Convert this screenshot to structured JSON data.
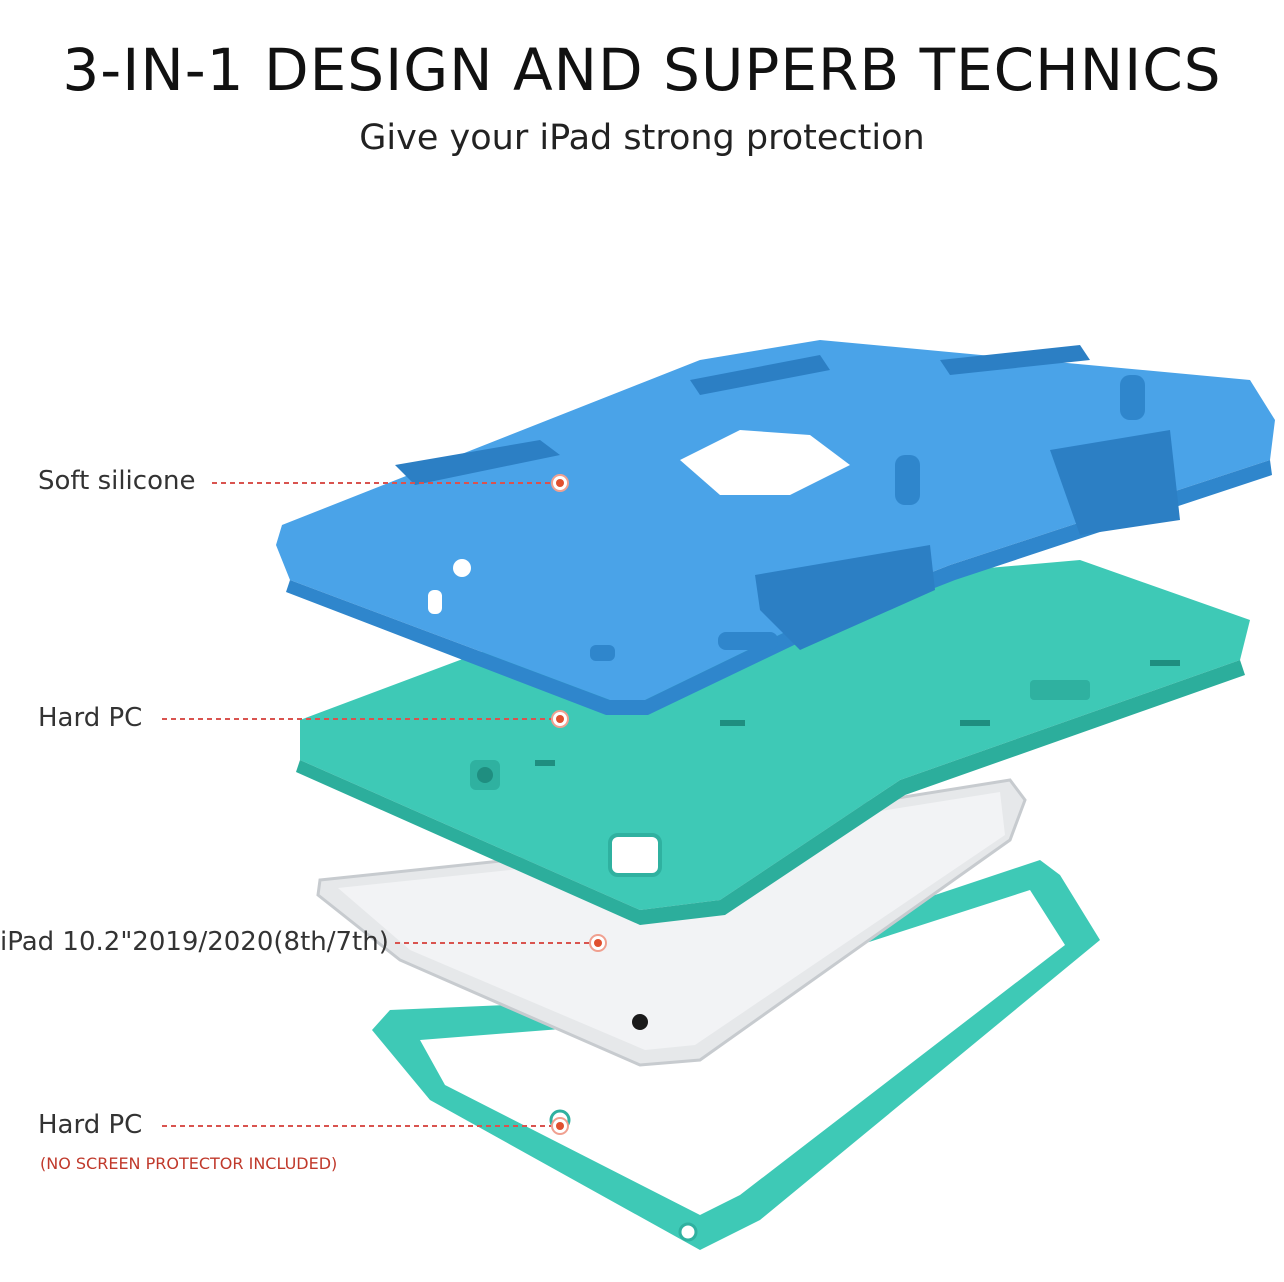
{
  "title": "3-IN-1 DESIGN AND SUPERB TECHNICS",
  "subtitle": "Give your iPad strong protection",
  "callouts": [
    {
      "label": "Soft silicone"
    },
    {
      "label": "Hard PC"
    },
    {
      "label": "iPad 10.2\"2019/2020(8th/7th)"
    },
    {
      "label": "Hard PC",
      "note": "(NO SCREEN PROTECTOR INCLUDED)"
    }
  ],
  "colors": {
    "silicone_blue": "#4aa3e8",
    "pc_green": "#3ec9b6",
    "ipad_silver": "#e6e8ea",
    "leader_line": "#d9534f",
    "dot": "#e0502f"
  }
}
